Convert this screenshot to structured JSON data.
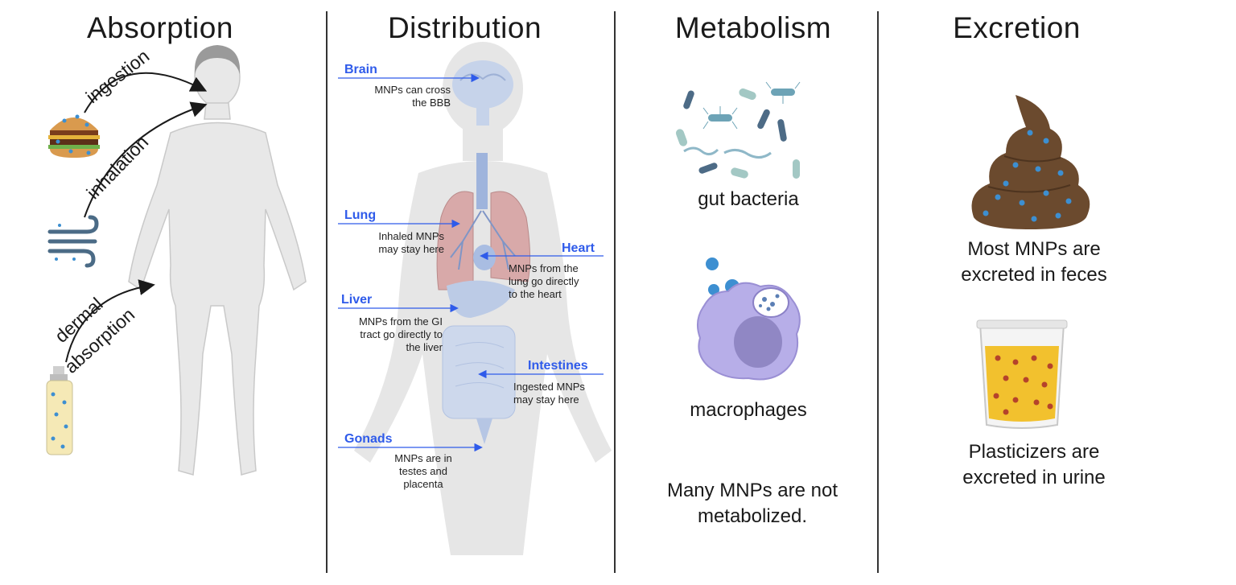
{
  "sections": {
    "absorption": {
      "title": "Absorption",
      "routes": {
        "ingestion": "ingestion",
        "inhalation": "inhalation",
        "dermal_line1": "dermal",
        "dermal_line2": "absorption"
      }
    },
    "distribution": {
      "title": "Distribution",
      "organs": {
        "brain": {
          "name": "Brain",
          "text1": "MNPs can cross",
          "text2": "the BBB"
        },
        "lung": {
          "name": "Lung",
          "text1": "Inhaled MNPs",
          "text2": "may stay here"
        },
        "heart": {
          "name": "Heart",
          "text1": "MNPs from the",
          "text2": "lung go directly",
          "text3": "to the heart"
        },
        "liver": {
          "name": "Liver",
          "text1": "MNPs from the GI",
          "text2": "tract go directly to",
          "text3": "the liver"
        },
        "intestines": {
          "name": "Intestines",
          "text1": "Ingested MNPs",
          "text2": "may stay here"
        },
        "gonads": {
          "name": "Gonads",
          "text1": "MNPs are in",
          "text2": "testes and",
          "text3": "placenta"
        }
      }
    },
    "metabolism": {
      "title": "Metabolism",
      "gut_bacteria": "gut bacteria",
      "macrophages": "macrophages",
      "note_line1": "Many MNPs are not",
      "note_line2": "metabolized."
    },
    "excretion": {
      "title": "Excretion",
      "feces_line1": "Most MNPs are",
      "feces_line2": "excreted in feces",
      "urine_line1": "Plasticizers are",
      "urine_line2": "excreted in urine"
    }
  },
  "colors": {
    "organ_label": "#2f5bea",
    "arrow_blue": "#2f5bea",
    "body_gray": "#e6e6e6",
    "particle_blue": "#3d8fd1",
    "feces_brown": "#6b4a2e",
    "urine_yellow": "#f2c12e",
    "macrophage_purple": "#b7aee8"
  },
  "icons": [
    "burger-icon",
    "wind-icon",
    "spray-bottle-icon",
    "bacteria-icon",
    "macrophage-icon",
    "feces-icon",
    "urine-cup-icon"
  ]
}
